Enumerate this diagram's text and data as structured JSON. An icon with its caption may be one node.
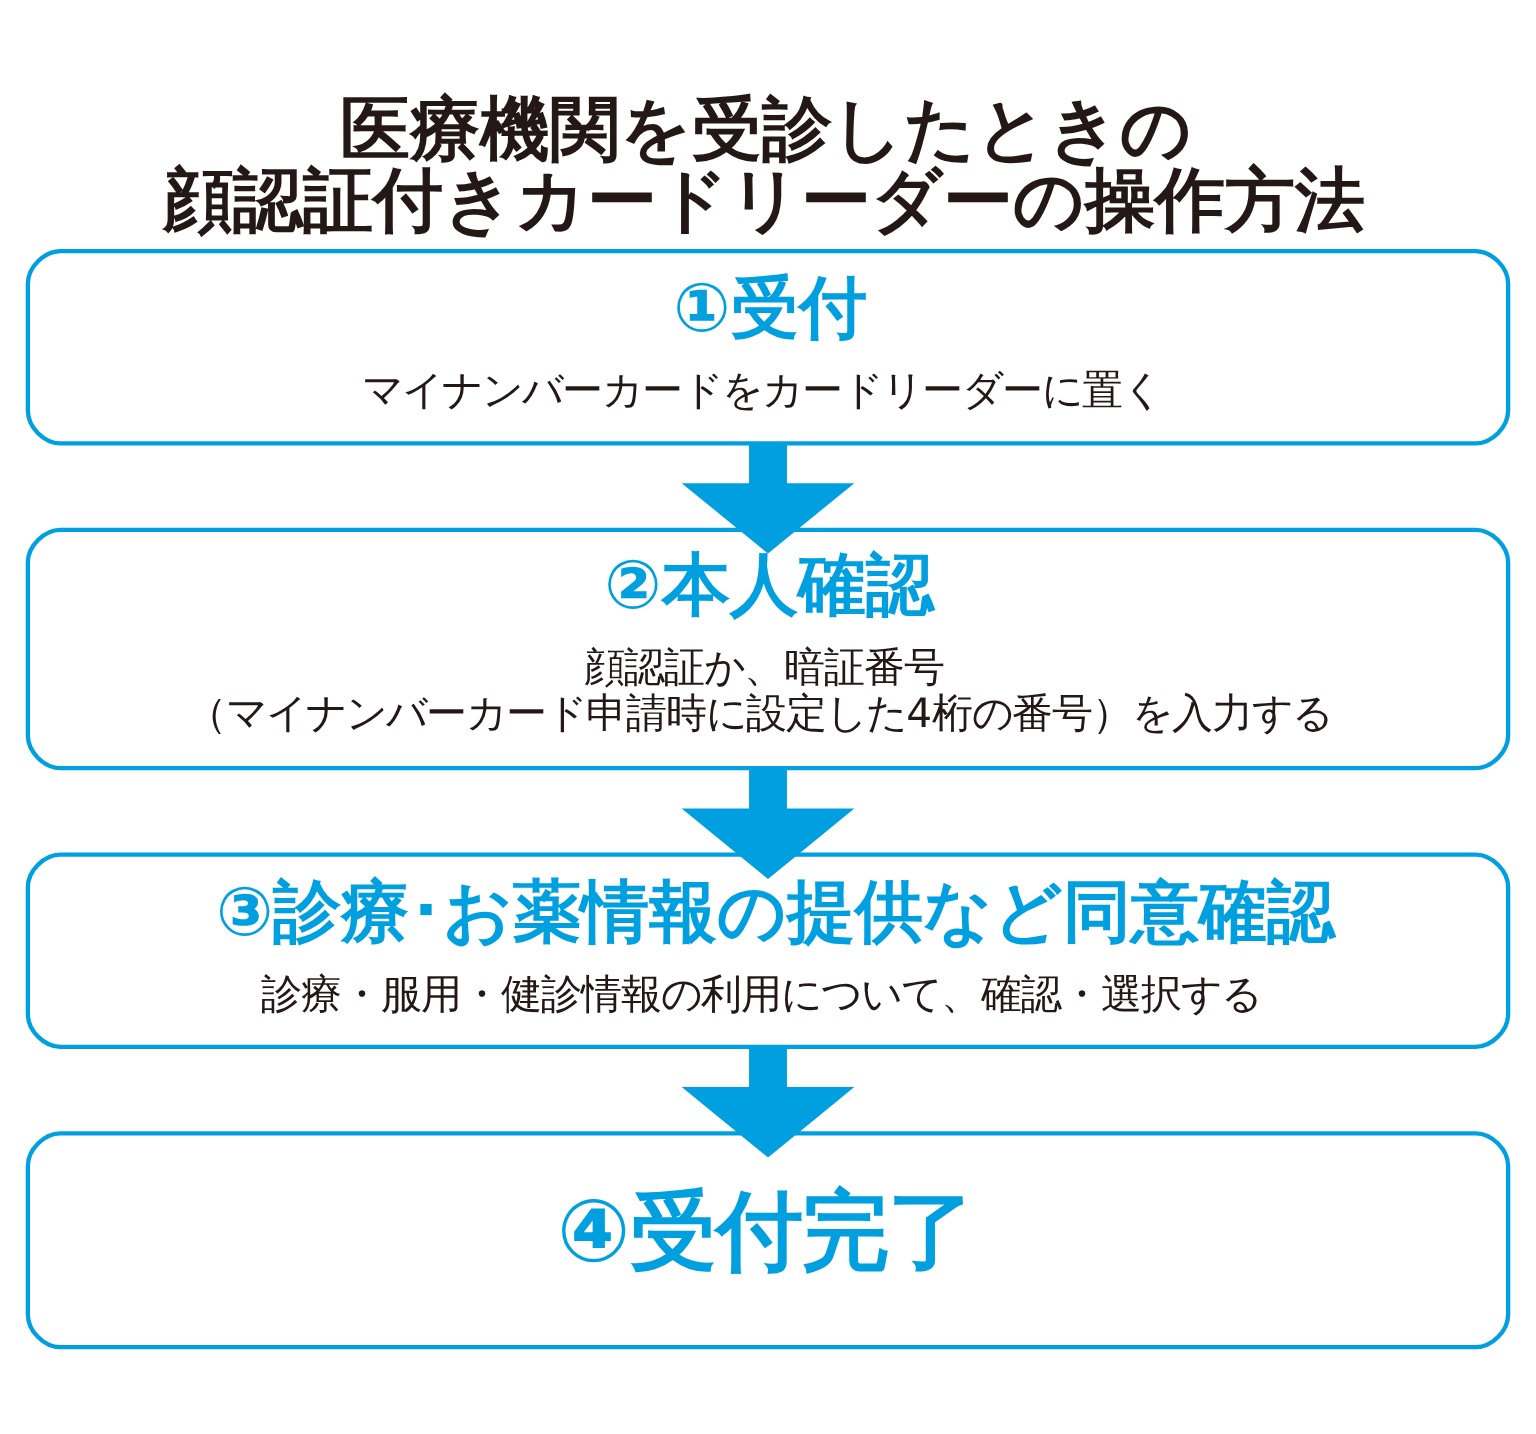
{
  "diagram": {
    "title": "医療機関を受診したときの顔認証付きカードリーダーの操作方法",
    "nodes": [
      {
        "text": [
          "①受付",
          "マイナンバーカードをカードリーダーに置く"
        ]
      },
      {
        "text": [
          "②本人確認",
          "顔認証か、暗証番号（マイナンバーカード申請時に設定した4桁の番号）を入力する"
        ]
      },
      {
        "text": [
          "③診療･お薬情報の提供など同意確認",
          "診療・服用・健診情報の利用について、確認・選択する"
        ]
      },
      {
        "text": [
          "④受付完了"
        ]
      }
    ],
    "edges": [
      {
        "from": 0,
        "to": 1,
        "arrow": "to"
      },
      {
        "from": 1,
        "to": 2,
        "arrow": "to"
      },
      {
        "from": 2,
        "to": 3,
        "arrow": "to"
      }
    ]
  }
}
